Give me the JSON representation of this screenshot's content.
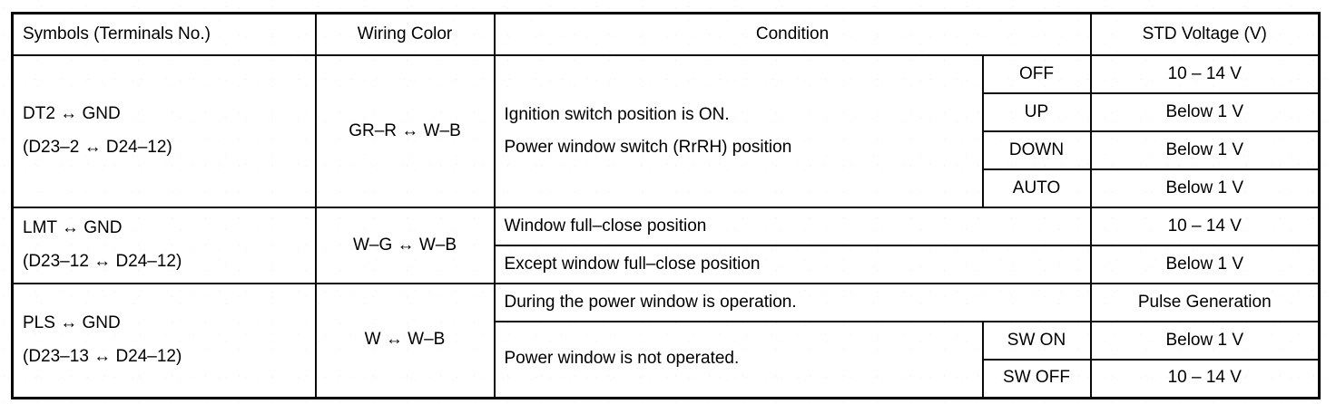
{
  "table": {
    "headers": {
      "symbols": "Symbols (Terminals No.)",
      "wiring_color": "Wiring Color",
      "condition": "Condition",
      "std_voltage": "STD Voltage (V)"
    },
    "groups": [
      {
        "symbol_line1": "DT2 ↔ GND",
        "symbol_line2": "(D23–2 ↔ D24–12)",
        "wiring_color": "GR–R ↔ W–B",
        "condition_line1": "Ignition switch position is ON.",
        "condition_line2": "Power window switch (RrRH) position",
        "sub_rows": [
          {
            "state": "OFF",
            "voltage": "10 – 14 V"
          },
          {
            "state": "UP",
            "voltage": "Below 1 V"
          },
          {
            "state": "DOWN",
            "voltage": "Below 1 V"
          },
          {
            "state": "AUTO",
            "voltage": "Below 1 V"
          }
        ]
      },
      {
        "symbol_line1": "LMT ↔ GND",
        "symbol_line2": "(D23–12 ↔ D24–12)",
        "wiring_color": "W–G ↔ W–B",
        "rows": [
          {
            "condition": "Window full–close position",
            "voltage": "10 – 14 V"
          },
          {
            "condition": "Except window full–close position",
            "voltage": "Below 1 V"
          }
        ]
      },
      {
        "symbol_line1": "PLS ↔ GND",
        "symbol_line2": "(D23–13 ↔ D24–12)",
        "wiring_color": "W ↔ W–B",
        "row_full": {
          "condition": "During the power window is operation.",
          "voltage": "Pulse Generation"
        },
        "row_split": {
          "condition": "Power window is not operated.",
          "sub_rows": [
            {
              "state": "SW ON",
              "voltage": "Below 1 V"
            },
            {
              "state": "SW OFF",
              "voltage": "10 – 14 V"
            }
          ]
        }
      }
    ]
  },
  "colors": {
    "ink": "#000000",
    "page": "#ffffff"
  }
}
